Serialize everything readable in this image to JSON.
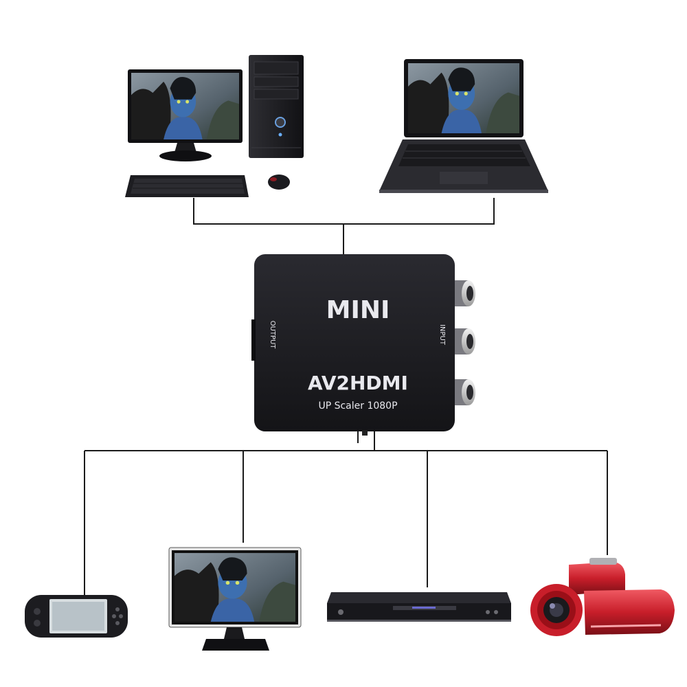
{
  "converter": {
    "brand": "MINI",
    "model": "AV2HDMI",
    "subtitle": "UP Scaler 1080P",
    "output_label": "OUTPUT",
    "input_label": "INPUT"
  },
  "colors": {
    "converter_body": "#1b1b1f",
    "rca_ring": "#d8d8d8",
    "camcorder_red": "#c81e2a",
    "screen_sky": "#6c7a86"
  },
  "devices": {
    "top": [
      "desktop-computer",
      "laptop"
    ],
    "bottom": [
      "handheld-game-console",
      "monitor",
      "dvd-player",
      "camcorder"
    ]
  }
}
